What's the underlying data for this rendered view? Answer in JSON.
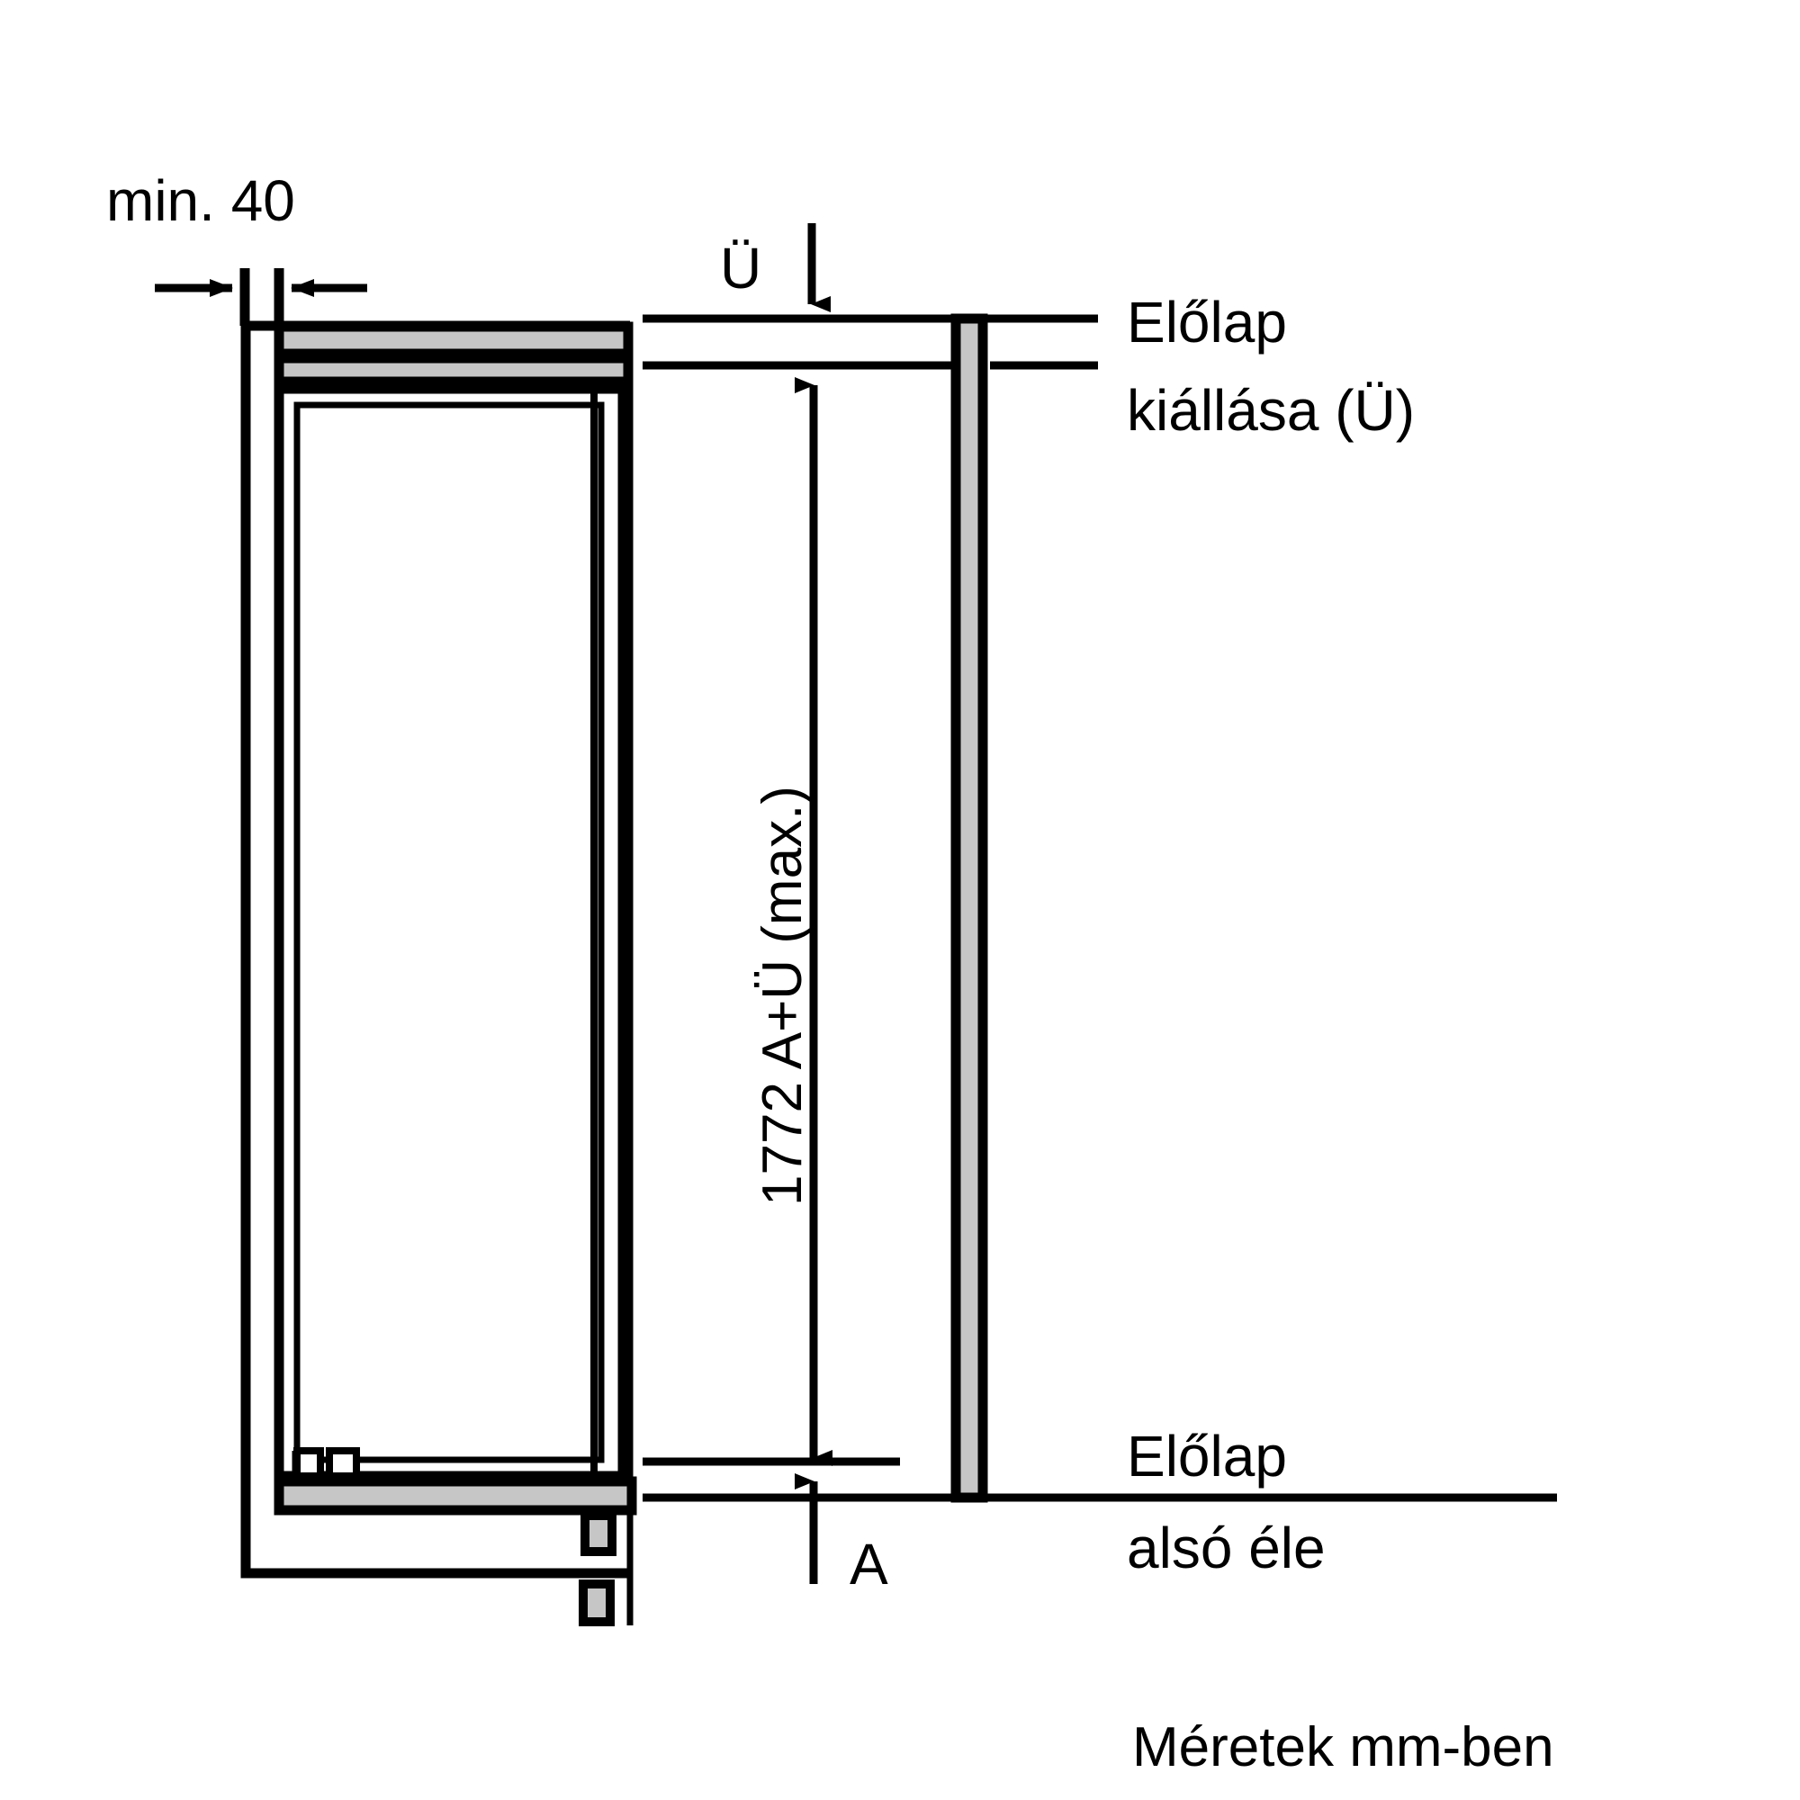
{
  "drawing": {
    "title_text": null,
    "units_note": "Méretek mm-ben",
    "labels": {
      "min_gap": "min. 40",
      "ue_marker": "Ü",
      "vertical_dimension": "1772 A+Ü (max.)",
      "a_marker": "A",
      "front_panel_projection_line1": "Előlap",
      "front_panel_projection_line2": "kiállása (Ü)",
      "front_panel_bottom_line1": "Előlap",
      "front_panel_bottom_line2": "alsó éle"
    },
    "dimension_values": {
      "min_side_clearance_mm": 40,
      "total_height_mm": 1772,
      "total_height_expression": "1772 A+Ü (max.)",
      "projection_symbol": "Ü",
      "base_gap_symbol": "A"
    },
    "colors": {
      "line": "#000000",
      "fill_panel": "#c6c6c6",
      "background": "#ffffff"
    },
    "icons": {
      "arrow_down": "arrow-down-icon",
      "arrow_up": "arrow-up-icon",
      "arrow_right": "arrow-right-icon",
      "arrow_left": "arrow-left-icon"
    }
  }
}
